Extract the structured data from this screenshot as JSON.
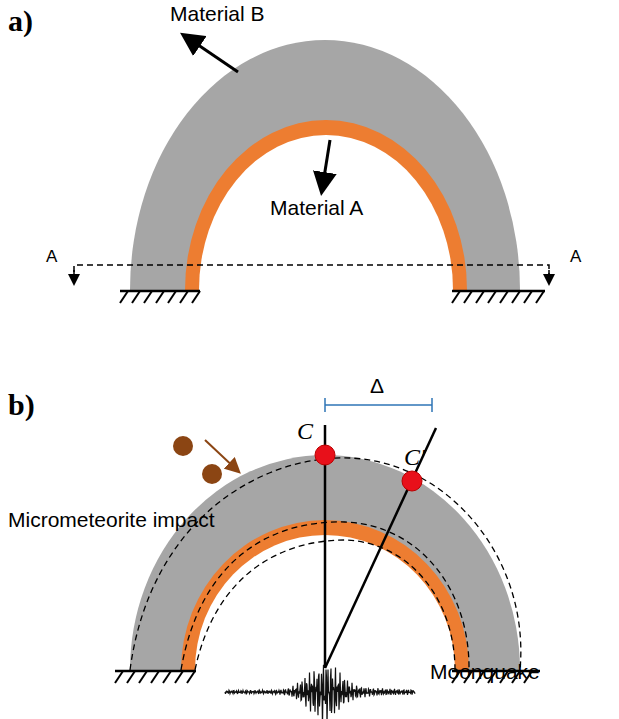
{
  "diagram": {
    "labels": [
      "a)",
      "Material B",
      "Material A",
      "A",
      "A",
      "b)",
      "Δ",
      "C",
      "C′",
      "Micrometeorite impact",
      "Moonquake"
    ]
  }
}
